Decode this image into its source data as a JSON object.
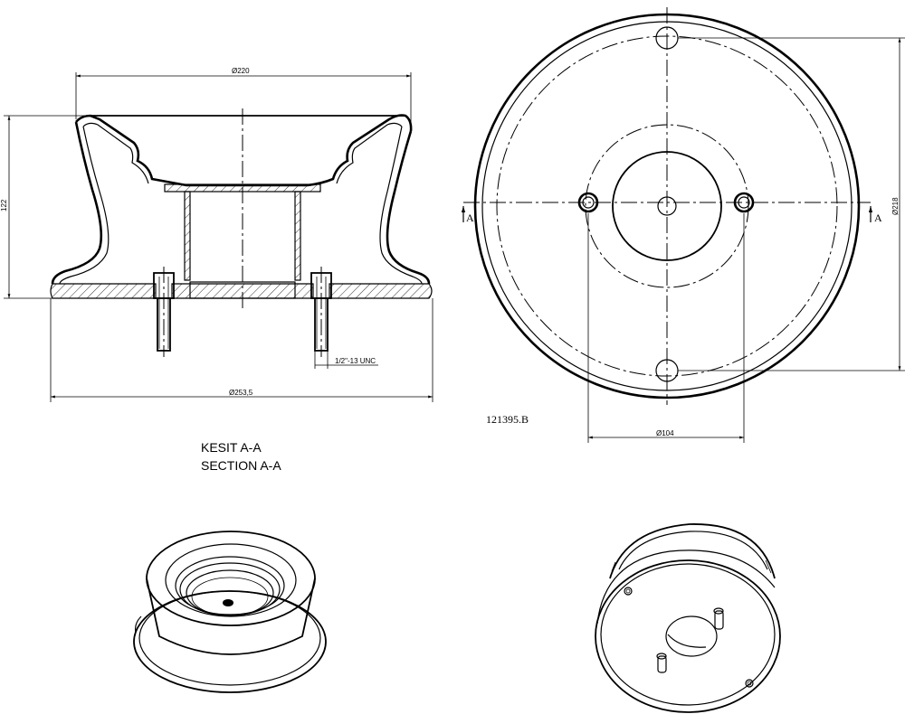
{
  "dimensions": {
    "top_diameter": "Ø220",
    "height": "122",
    "base_diameter": "Ø253,5",
    "thread": "1/2\"-13 UNC",
    "outer_diameter": "Ø218",
    "bolt_circle": "Ø104"
  },
  "section_marks": {
    "left": "A",
    "right": "A"
  },
  "part_number": "121395.B",
  "section_title": {
    "tr": "KESIT A-A",
    "en": "SECTION A-A"
  }
}
